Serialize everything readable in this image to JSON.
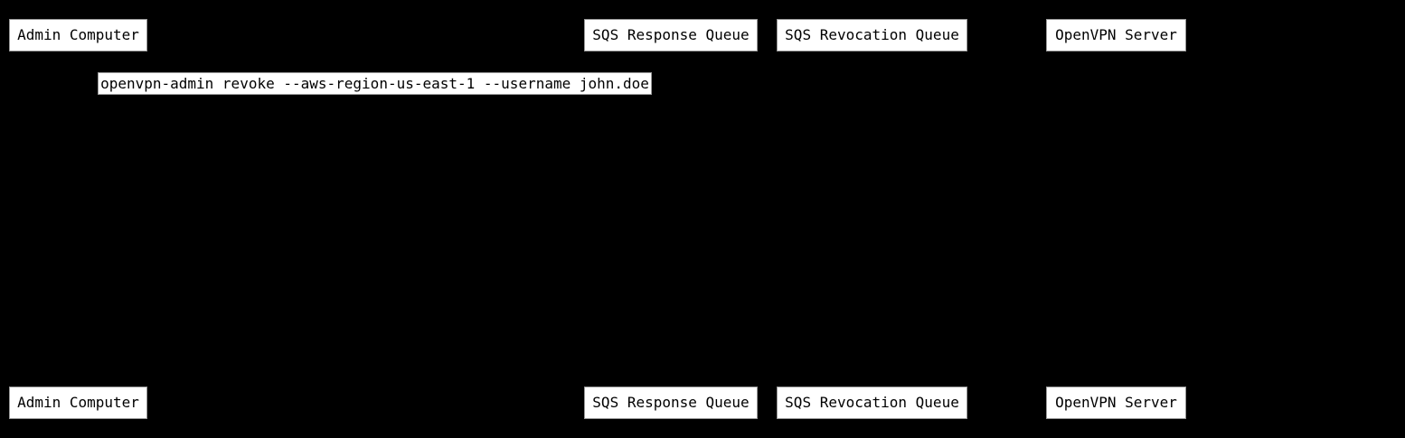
{
  "diagram": {
    "type": "sequence-diagram",
    "colors": {
      "background": "#000000",
      "box_fill": "#ffffff",
      "box_border": "#999999",
      "box_text": "#000000"
    },
    "actors": [
      {
        "label": "Admin Computer"
      },
      {
        "label": "SQS Response Queue"
      },
      {
        "label": "SQS Revocation Queue"
      },
      {
        "label": "OpenVPN Server"
      }
    ],
    "messages": [
      {
        "text": "openvpn-admin revoke --aws-region-us-east-1 --username john.doe"
      }
    ]
  }
}
